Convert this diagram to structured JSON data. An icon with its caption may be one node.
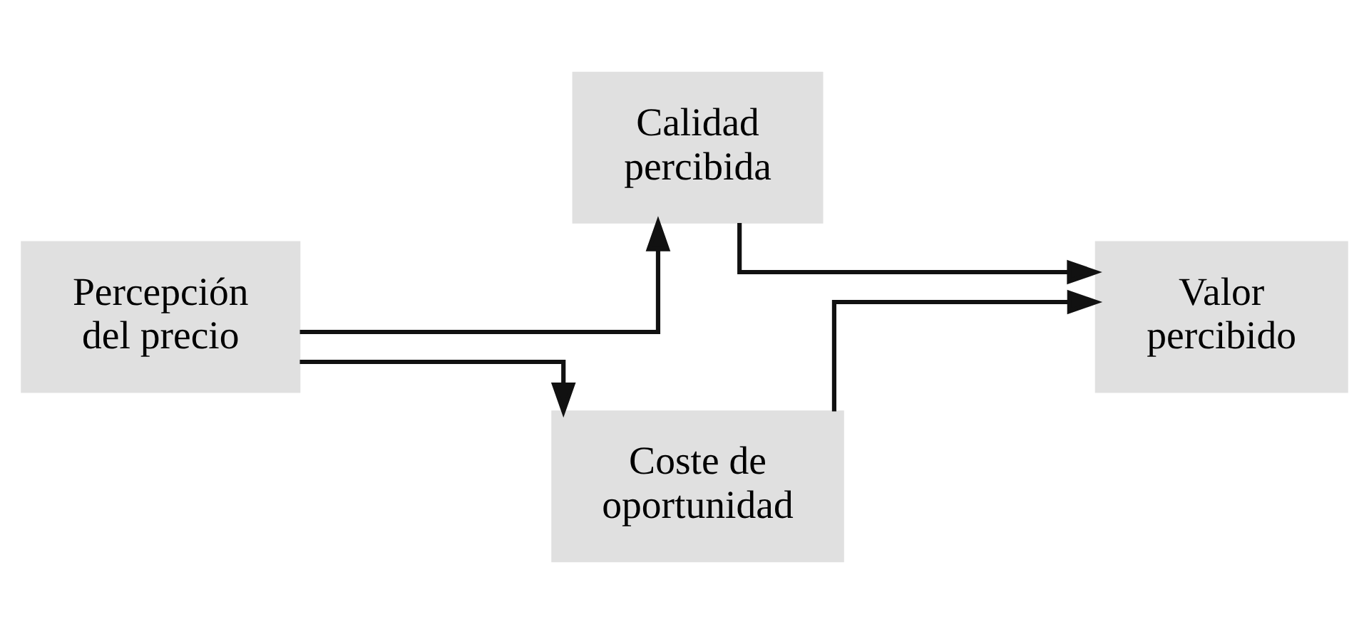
{
  "diagram": {
    "nodes": [
      {
        "text": [
          "Percepción del precio"
        ]
      },
      {
        "text": [
          "Calidad percibida"
        ]
      },
      {
        "text": [
          "Coste de oportunidad"
        ]
      },
      {
        "text": [
          "Valor percibido"
        ]
      }
    ],
    "edges": [
      {
        "from": 0,
        "to": 1,
        "arrow": "to"
      },
      {
        "from": 1,
        "to": 3,
        "arrow": "to"
      },
      {
        "from": 0,
        "to": 2,
        "arrow": "to"
      },
      {
        "from": 2,
        "to": 3,
        "arrow": "to"
      }
    ]
  }
}
